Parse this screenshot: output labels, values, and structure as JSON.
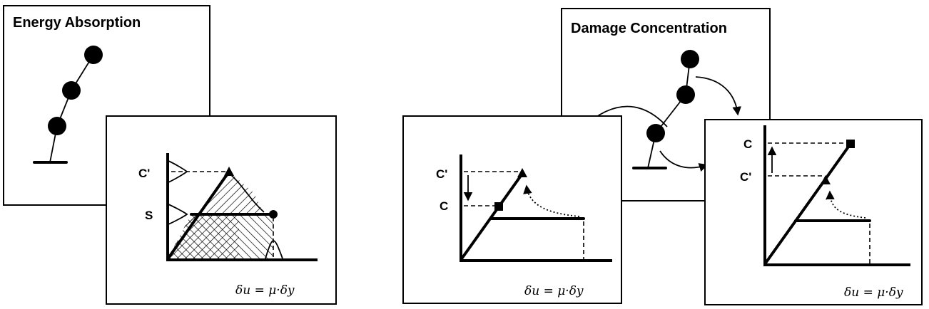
{
  "energy_panel": {
    "title": "Energy Absorption",
    "labels": {
      "c_prime": "C'",
      "s": "S"
    },
    "formula": "δu = μ·δy"
  },
  "damage_panel": {
    "title": "Damage Concentration",
    "left_graph": {
      "c_prime": "C'",
      "c": "C",
      "formula": "δu = μ·δy"
    },
    "right_graph": {
      "c": "C",
      "c_prime": "C'",
      "formula": "δu = μ·δy"
    }
  },
  "colors": {
    "ink": "#000000",
    "background": "#ffffff"
  }
}
